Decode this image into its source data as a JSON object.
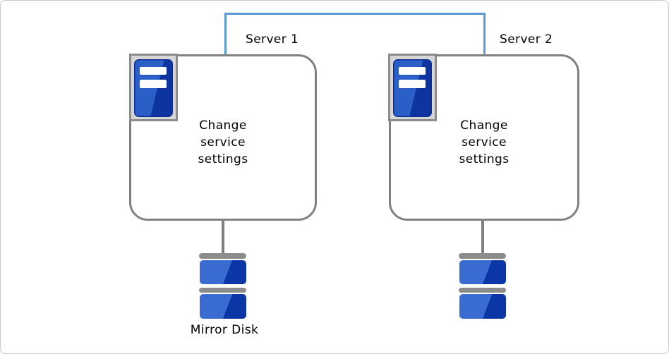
{
  "frame": {
    "background": "#ffffff",
    "border_color": "#c9c9c9"
  },
  "connector": {
    "color": "#5b9bd5"
  },
  "servers": [
    {
      "name": "Server 1",
      "action": "Change service settings"
    },
    {
      "name": "Server 2",
      "action": "Change service settings"
    }
  ],
  "disks": {
    "left_label": "Mirror Disk"
  },
  "palette": {
    "box_border_gray": "#808080",
    "hardware_gray": "#8c8c8c",
    "icon_plaque_bg": "#d6d6d6",
    "disk_light_blue": "#3a6bd1",
    "disk_dark_blue": "#0c35a6",
    "icon_light_blue": "#2b5fc8",
    "icon_dark_blue": "#0e34a0",
    "text_color": "#000000"
  }
}
